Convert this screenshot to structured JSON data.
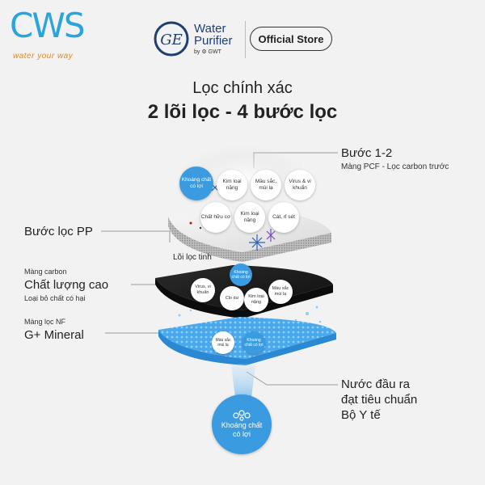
{
  "header": {
    "cws_logo_text": "CWS",
    "cws_slogan": "water your way",
    "brand_line1": "Water",
    "brand_line2": "Purifier",
    "brand_by": "by ⚙ GWT",
    "ge_monogram": "GE",
    "store_label": "Official Store"
  },
  "title": {
    "line1": "Lọc chính xác",
    "line2": "2 lõi lọc - 4 bước lọc"
  },
  "labels": {
    "step12_title": "Bước 1-2",
    "step12_desc": "Màng PCF - Lọc carbon trước",
    "pp": "Bước lọc PP",
    "loi_loc_tinh": "Lõi lọc tinh",
    "carbon_small": "Màng carbon",
    "carbon_big": "Chất lượng cao",
    "carbon_desc": "Loại bỏ chất có hại",
    "nf_small": "Màng lọc NF",
    "nf_big": "G+ Mineral",
    "output_line1": "Nước đầu ra",
    "output_line2": "đạt tiêu chuẩn",
    "output_line3": "Bộ Y tế",
    "mineral_line1": "Khoáng chất",
    "mineral_line2": "có lợi"
  },
  "top_circles": {
    "blue": "Khoáng chất có lợi",
    "c1": "Kim loại nặng",
    "c2": "Màu sắc, mùi lạ",
    "c3": "Virus & vi khuẩn",
    "c4": "Chất hữu cơ",
    "c5": "Kim loại nặng",
    "c6": "Cát, rỉ sét"
  },
  "carbon_circles": {
    "blue": "Khoáng chất có lợi",
    "c1": "Virus, vi khuẩn",
    "c2": "Clo dư",
    "c3": "Kim loại nặng",
    "c4": "Màu sắc mùi lạ"
  },
  "nf_circles": {
    "c1": "Màu sắc mùi lạ",
    "blue": "Khoáng chất có lợi"
  },
  "colors": {
    "accent_blue": "#3a9be0",
    "cws_blue": "#2aa4dd",
    "slogan_orange": "#e08a22",
    "carbon_black": "#1b1b1b",
    "nf_blue": "#5bb3f0"
  }
}
